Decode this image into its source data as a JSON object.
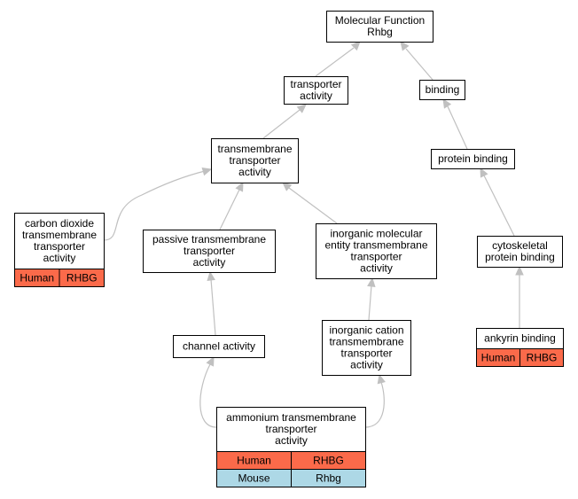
{
  "graph": {
    "colors": {
      "human": "#fb6a4a",
      "mouse": "#add8e6",
      "edge": "#c0c0c0"
    },
    "nodes": [
      {
        "id": "mf",
        "lines": [
          "Molecular Function",
          "Rhbg"
        ],
        "rows": []
      },
      {
        "id": "transporter",
        "lines": [
          "transporter",
          "activity"
        ],
        "rows": []
      },
      {
        "id": "binding",
        "lines": [
          "binding"
        ],
        "rows": []
      },
      {
        "id": "tm_transporter",
        "lines": [
          "transmembrane",
          "transporter",
          "activity"
        ],
        "rows": []
      },
      {
        "id": "protein_binding",
        "lines": [
          "protein binding"
        ],
        "rows": []
      },
      {
        "id": "co2",
        "lines": [
          "carbon dioxide",
          "transmembrane",
          "transporter",
          "activity"
        ],
        "rows": [
          [
            "Human",
            "RHBG"
          ]
        ]
      },
      {
        "id": "passive",
        "lines": [
          "passive transmembrane",
          "transporter",
          "activity"
        ],
        "rows": []
      },
      {
        "id": "inorganic_mol",
        "lines": [
          "inorganic molecular",
          "entity transmembrane",
          "transporter",
          "activity"
        ],
        "rows": []
      },
      {
        "id": "cytoskeletal",
        "lines": [
          "cytoskeletal",
          "protein binding"
        ],
        "rows": []
      },
      {
        "id": "channel",
        "lines": [
          "channel activity"
        ],
        "rows": []
      },
      {
        "id": "inorganic_cation",
        "lines": [
          "inorganic cation",
          "transmembrane",
          "transporter",
          "activity"
        ],
        "rows": []
      },
      {
        "id": "ankyrin",
        "lines": [
          "ankyrin binding"
        ],
        "rows": [
          [
            "Human",
            "RHBG"
          ]
        ]
      },
      {
        "id": "ammonium",
        "lines": [
          "ammonium transmembrane",
          "transporter",
          "activity"
        ],
        "rows": [
          [
            "Human",
            "RHBG"
          ],
          [
            "Mouse",
            "Rhbg"
          ]
        ]
      }
    ],
    "edges": [
      [
        "transporter",
        "mf"
      ],
      [
        "binding",
        "mf"
      ],
      [
        "tm_transporter",
        "transporter"
      ],
      [
        "protein_binding",
        "binding"
      ],
      [
        "co2",
        "tm_transporter"
      ],
      [
        "passive",
        "tm_transporter"
      ],
      [
        "inorganic_mol",
        "tm_transporter"
      ],
      [
        "cytoskeletal",
        "protein_binding"
      ],
      [
        "channel",
        "passive"
      ],
      [
        "inorganic_cation",
        "inorganic_mol"
      ],
      [
        "ankyrin",
        "cytoskeletal"
      ],
      [
        "ammonium",
        "channel"
      ],
      [
        "ammonium",
        "inorganic_cation"
      ]
    ]
  }
}
